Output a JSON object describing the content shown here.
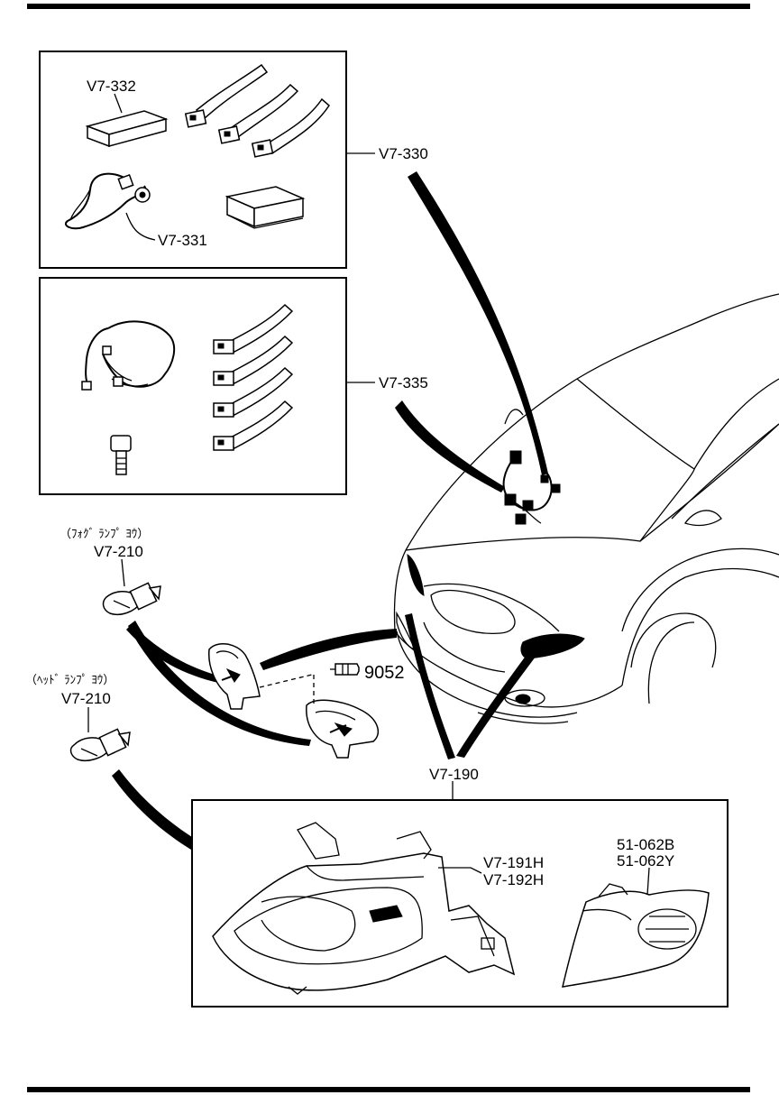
{
  "parts": {
    "box1_pad": "V7-332",
    "box1_harness": "V7-331",
    "kit_main": "V7-330",
    "kit_second": "V7-335",
    "fog_note": "（ﾌｫｸﾞ ﾗﾝﾌﾟ ﾖｳ）",
    "fog_bulb": "V7-210",
    "screw": "9052",
    "head_note": "（ﾍｯﾄﾞ ﾗﾝﾌﾟ ﾖｳ）",
    "head_bulb": "V7-210",
    "headlamp_assy": "V7-190",
    "headlamp_r": "V7-191H",
    "headlamp_l": "V7-192H",
    "side_r": "51-062B",
    "side_l": "51-062Y"
  }
}
